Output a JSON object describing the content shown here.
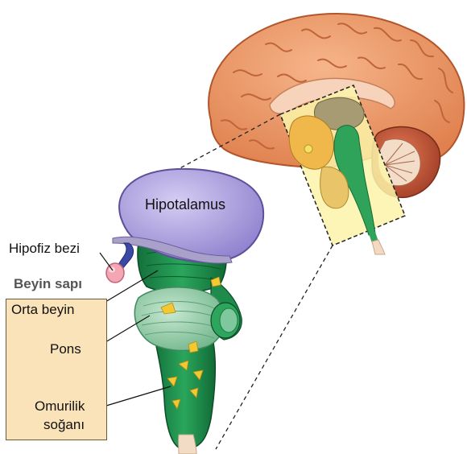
{
  "labels": {
    "hypothalamus": "Hipotalamus",
    "pituitary": "Hipofiz bezi",
    "brainstem_header": "Beyin sapı",
    "midbrain": "Orta beyin",
    "pons": "Pons",
    "medulla_line1": "Omurilik",
    "medulla_line2": "soğanı"
  },
  "colors": {
    "cortex": "#ee9a6a",
    "hypothalamus": "#a99ad8",
    "brainstem": "#1f8d4e",
    "pons": "#8fc9a4",
    "pituitary": "#f4a6b4",
    "highlight_box": "#fbf3a8",
    "panel": "#fae3b9"
  }
}
